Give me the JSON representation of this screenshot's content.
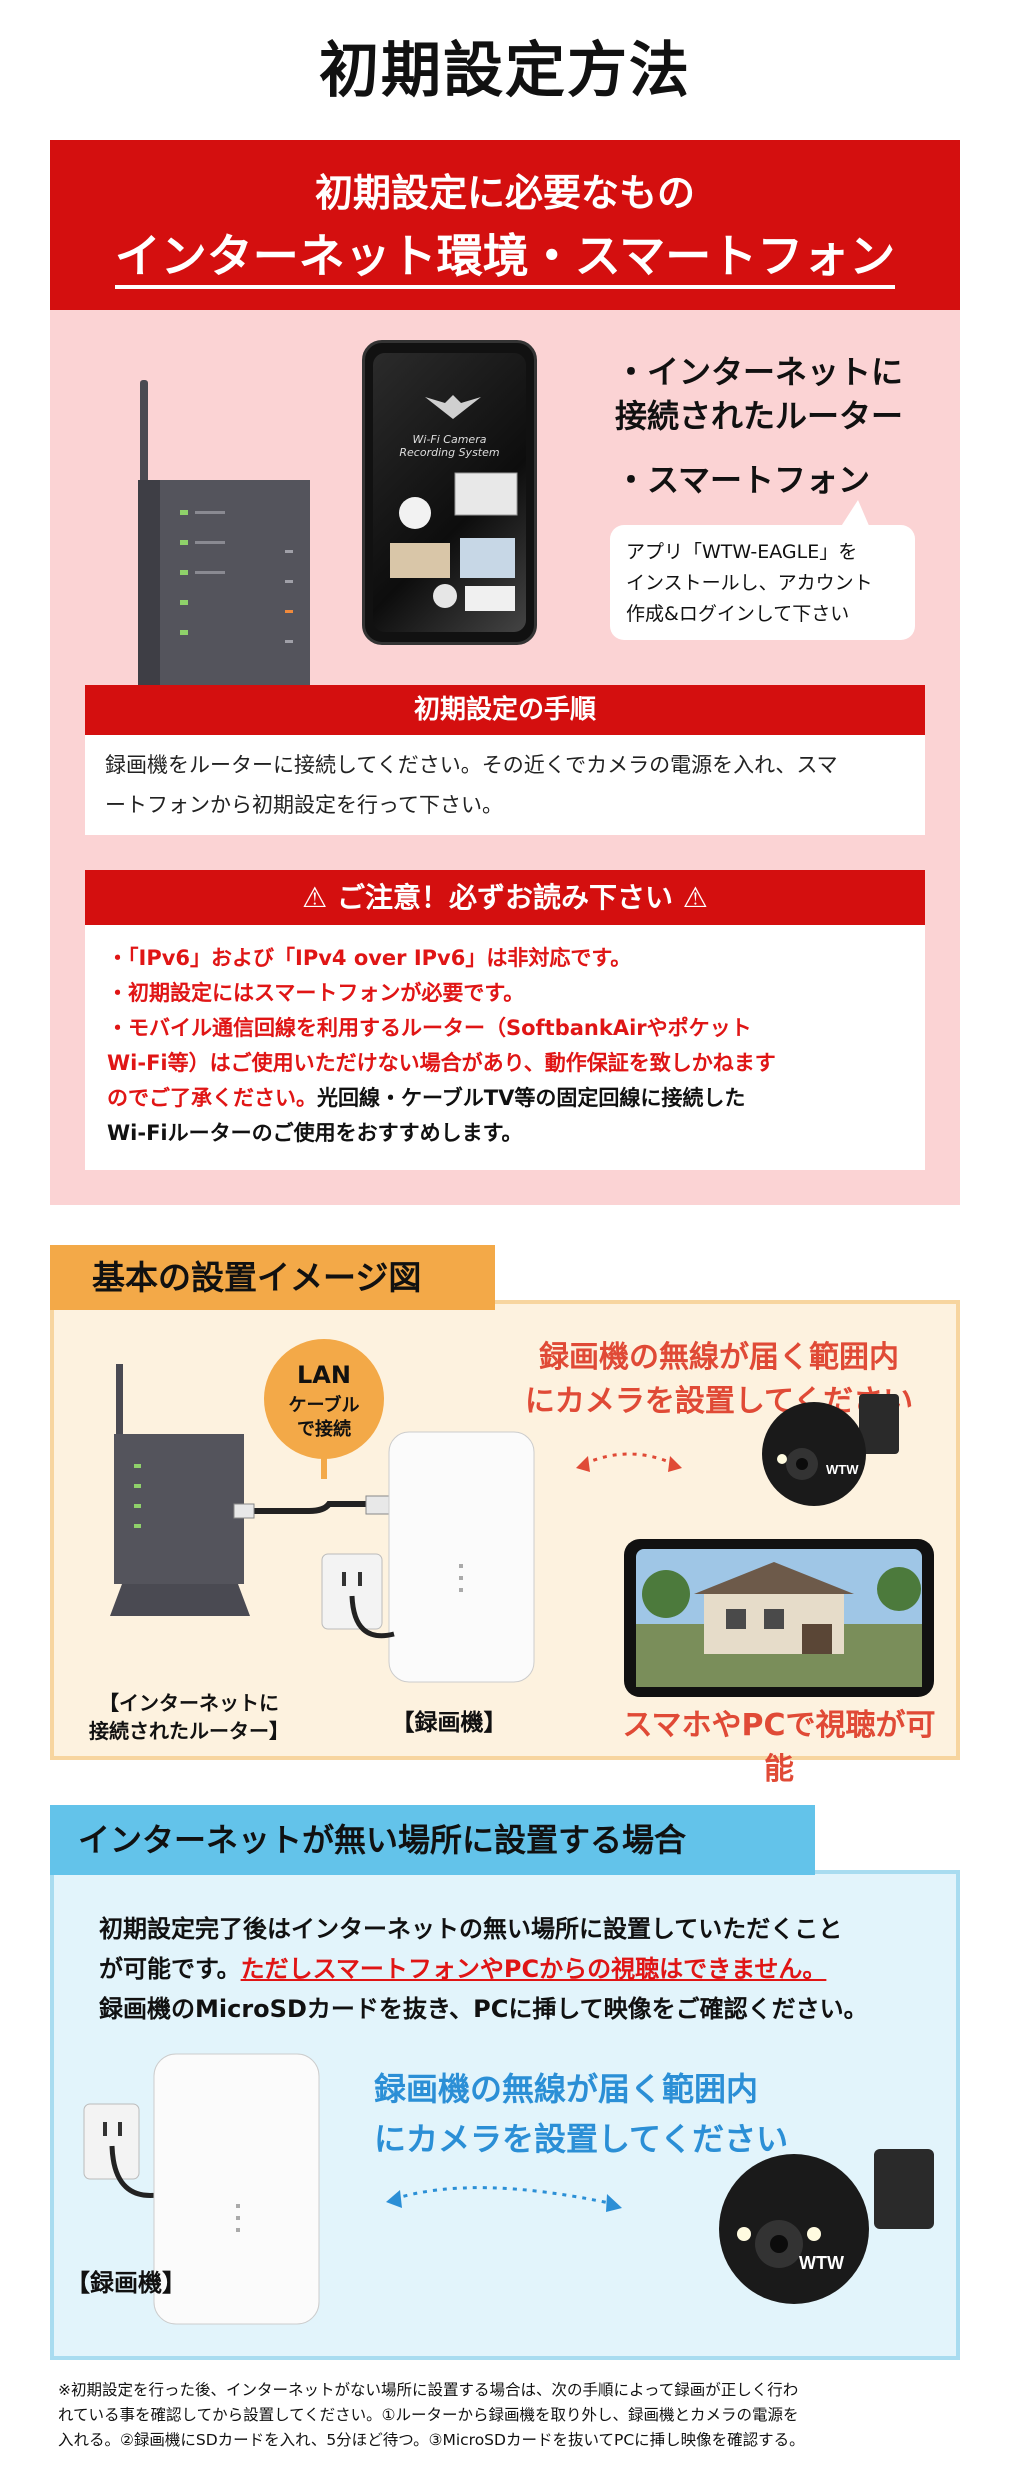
{
  "page_title": "初期設定方法",
  "requirements": {
    "heading": "初期設定に必要なもの",
    "subheading": "インターネット環境・スマートフォン",
    "item_router": "・インターネットに接続されたルーター",
    "item_router_l1": "・インターネットに",
    "item_router_l2": "接続されたルーター",
    "item_phone": "・スマートフォン",
    "app_note_l1": "アプリ「WTW-EAGLE」を",
    "app_note_l2": "インストールし、アカウント",
    "app_note_l3": "作成&ログインして下さい",
    "phone_screen_text_l1": "Wi-Fi Camera",
    "phone_screen_text_l2": "Recording System"
  },
  "procedure": {
    "heading": "初期設定の手順",
    "body_l1": "録画機をルーターに接続してください。その近くでカメラの電源を入れ、スマ",
    "body_l2": "ートフォンから初期設定を行って下さい。"
  },
  "caution": {
    "heading": "ご注意！必ずお読み下さい",
    "line1": "・「IPv6」および「IPv4 over IPv6」は非対応です。",
    "line2": "・初期設定にはスマートフォンが必要です。",
    "line3": "・モバイル通信回線を利用するルーター（SoftbankAirやポケット",
    "line4": "Wi-Fi等）はご使用いただけない場合があり、動作保証を致しかねます",
    "line5_red": "のでご了承ください。",
    "line5_black": "光回線・ケーブルTV等の固定回線に接続した",
    "line6": "Wi-Fiルーターのご使用をおすすめします。"
  },
  "setup_image": {
    "tab": "基本の設置イメージ図",
    "wireless_l1": "録画機の無線が届く範囲内",
    "wireless_l2": "にカメラを設置してください",
    "lan_l1": "LAN",
    "lan_l2": "ケーブル",
    "lan_l3": "で接続",
    "router_caption_l1": "【インターネットに",
    "router_caption_l2": "接続されたルーター】",
    "recorder_caption": "【録画機】",
    "view_caption": "スマホやPCで視聴が可能",
    "camera_logo": "WTW"
  },
  "no_internet": {
    "tab": "インターネットが無い場所に設置する場合",
    "l1": "初期設定完了後はインターネットの無い場所に設置していただくこと",
    "l2_pre": "が可能です。",
    "l2_red": "ただしスマートフォンやPCからの視聴はできません。",
    "l3": "録画機のMicroSDカードを抜き、PCに挿して映像をご確認ください。",
    "wireless_l1": "録画機の無線が届く範囲内",
    "wireless_l2": "にカメラを設置してください",
    "recorder_caption": "【録画機】",
    "camera_logo": "WTW"
  },
  "footnote": {
    "l1": "※初期設定を行った後、インターネットがない場所に設置する場合は、次の手順によって録画が正しく行わ",
    "l2": "れている事を確認してから設置してください。①ルーターから録画機を取り外し、録画機とカメラの電源を",
    "l3": "入れる。②録画機にSDカードを入れ、5分ほど待つ。③MicroSDカードを抜いてPCに挿し映像を確認する。"
  },
  "colors": {
    "red": "#d40f0f",
    "pink_bg": "#fbd3d4",
    "orange": "#f3a948",
    "cream": "#fdf2df",
    "sky": "#63c3ea",
    "light_blue": "#e2f4fb",
    "link_blue": "#2b8fd6"
  }
}
